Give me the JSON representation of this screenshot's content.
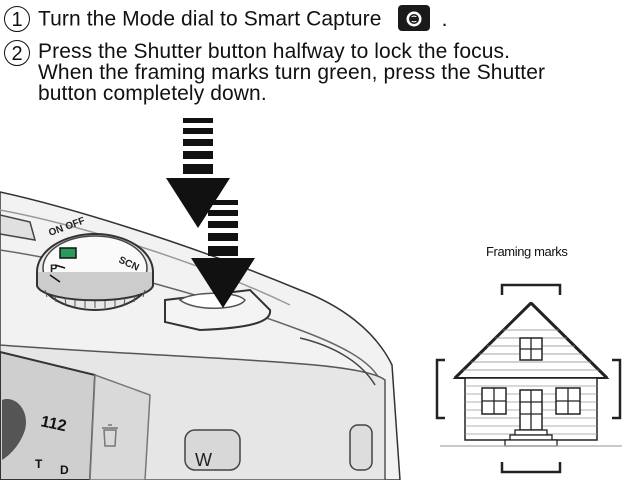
{
  "steps": [
    {
      "number": "1",
      "text": "Turn the Mode dial to Smart Capture",
      "suffix": "."
    },
    {
      "number": "2",
      "lines": [
        "Press the Shutter button halfway to lock the focus.",
        "When the framing marks turn green, press the Shutter",
        "button completely down."
      ]
    }
  ],
  "diagram": {
    "framing_label": "Framing marks",
    "lcd_number": "112",
    "dial_labels": {
      "on_off": "ON OFF",
      "scn": "SCN",
      "p": "P"
    },
    "zoom_button": "W",
    "lcd_letters": [
      "T",
      "D"
    ]
  },
  "icons": [
    "smart-capture-icon",
    "down-arrow-icon",
    "camera-illustration",
    "house-illustration"
  ]
}
